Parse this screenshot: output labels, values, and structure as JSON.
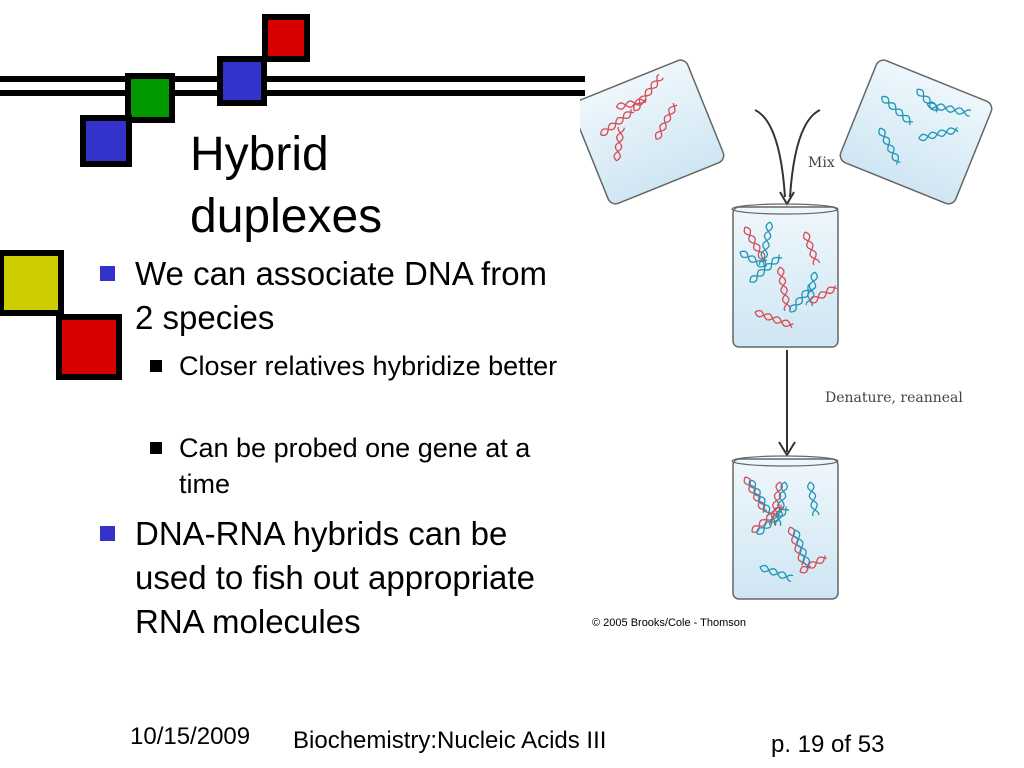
{
  "slide": {
    "title": "Hybrid duplexes",
    "bullets": [
      {
        "text": "We can associate DNA from 2 species"
      },
      {
        "text": "Closer relatives hybridize better"
      },
      {
        "text": "Can be probed one gene at a time"
      },
      {
        "text": "DNA-RNA hybrids can be used to fish out appropriate RNA molecules"
      }
    ]
  },
  "figure": {
    "mix_label": "Mix",
    "step_label": "Denature, reanneal",
    "credit": "© 2005 Brooks/Cole - Thomson"
  },
  "footer": {
    "date": "10/15/2009",
    "course": "Biochemistry:Nucleic Acids III",
    "page": "p. 19 of 53"
  },
  "colors": {
    "red_square": "#d90000",
    "green_square": "#009a00",
    "blue_square": "#3333cc",
    "yellow_square": "#cccc00",
    "bullet_blue": "#3333cc",
    "dna_red": "#d94a55",
    "dna_teal": "#1f96b4"
  }
}
